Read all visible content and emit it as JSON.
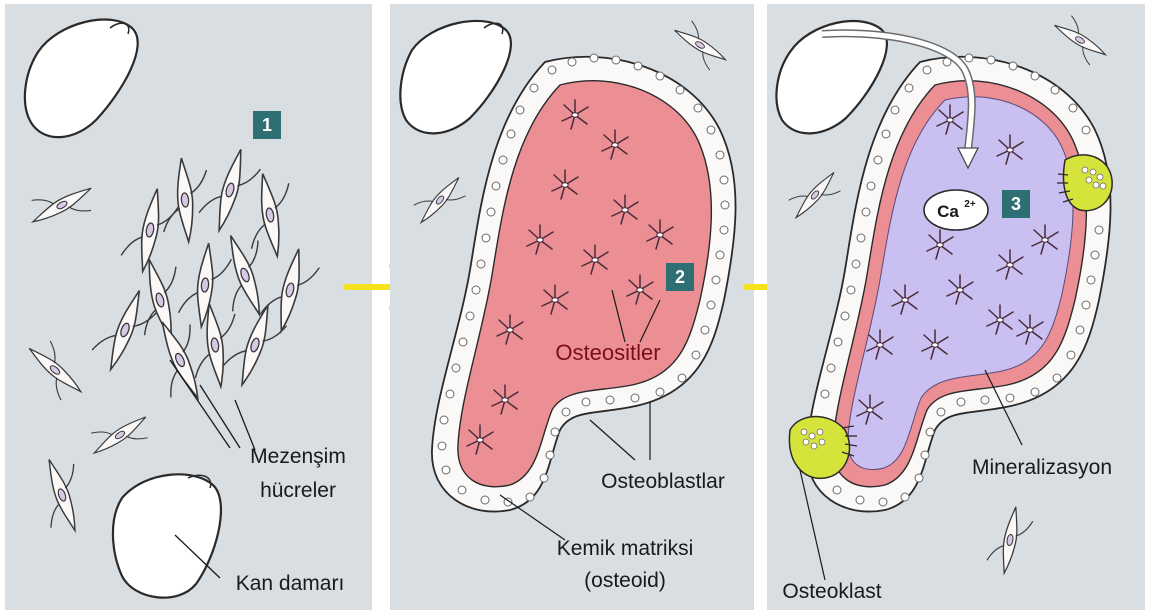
{
  "colors": {
    "panel_bg": "#d9dee2",
    "osteoid": "#ec8f95",
    "mineral": "#c9bff0",
    "osteoclast": "#d6e33a",
    "badge": "#2e6f73",
    "arrow": "#f5e21c"
  },
  "steps": [
    {
      "badge": "1"
    },
    {
      "badge": "2"
    },
    {
      "badge": "3"
    }
  ],
  "labels": {
    "mesenchyme_line1": "Mezenşim",
    "mesenchyme_line2": "hücreler",
    "blood_vessel": "Kan damarı",
    "osteocytes": "Osteositler",
    "osteoblasts": "Osteoblastlar",
    "matrix_line1": "Kemik matriksi",
    "matrix_line2": "(osteoid)",
    "osteoclast": "Osteoklast",
    "mineralization": "Mineralizasyon",
    "calcium": "Ca",
    "calcium_charge": "2+"
  },
  "icons": [
    "right-arrow-icon",
    "right-arrow-icon"
  ]
}
